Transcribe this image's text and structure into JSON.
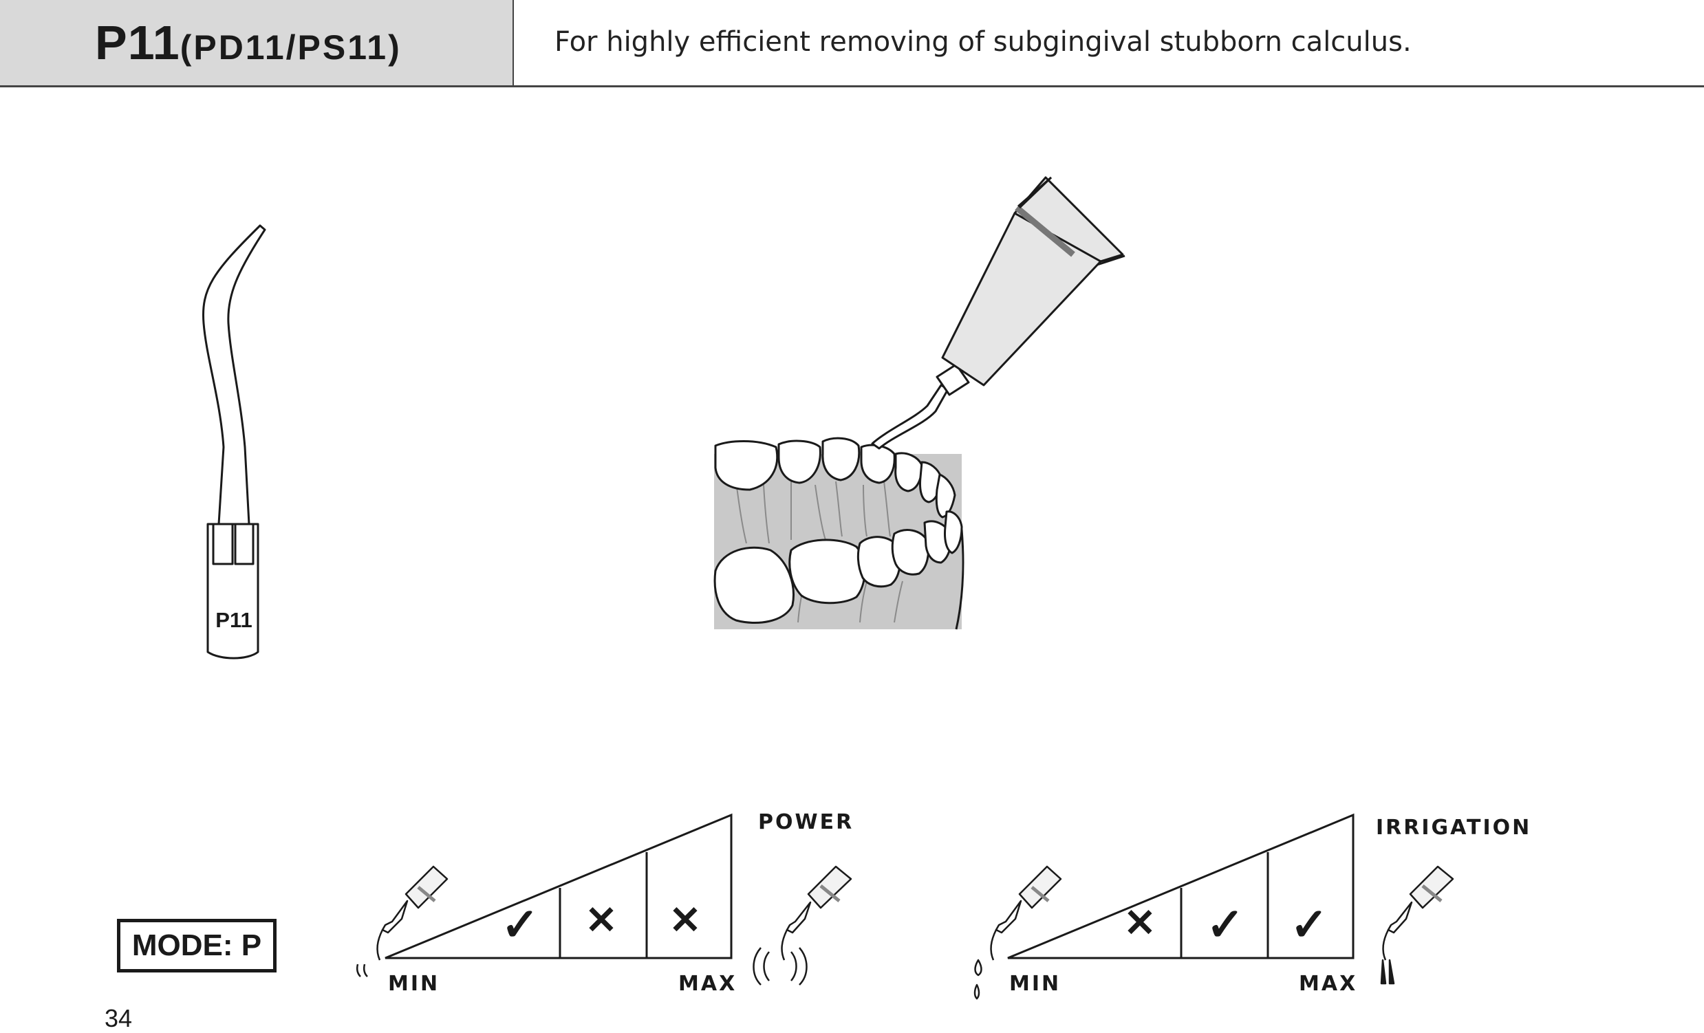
{
  "header": {
    "title_main": "P11",
    "title_sub": "(PD11/PS11)",
    "description": "For highly efficient removing of subgingival stubborn calculus."
  },
  "tip_illustration": {
    "engraving": "P11"
  },
  "power_scale": {
    "label": "POWER",
    "min_label": "MIN",
    "max_label": "MAX",
    "levels": [
      {
        "level": 1,
        "suitable": true,
        "mark": "✓"
      },
      {
        "level": 2,
        "suitable": false,
        "mark": "✕"
      },
      {
        "level": 3,
        "suitable": false,
        "mark": "✕"
      }
    ]
  },
  "irrigation_scale": {
    "label": "IRRIGATION",
    "min_label": "MIN",
    "max_label": "MAX",
    "levels": [
      {
        "level": 1,
        "suitable": false,
        "mark": "✕"
      },
      {
        "level": 2,
        "suitable": true,
        "mark": "✓"
      },
      {
        "level": 3,
        "suitable": true,
        "mark": "✓"
      }
    ]
  },
  "mode": {
    "label": "MODE: P"
  },
  "page": {
    "number": "34"
  }
}
